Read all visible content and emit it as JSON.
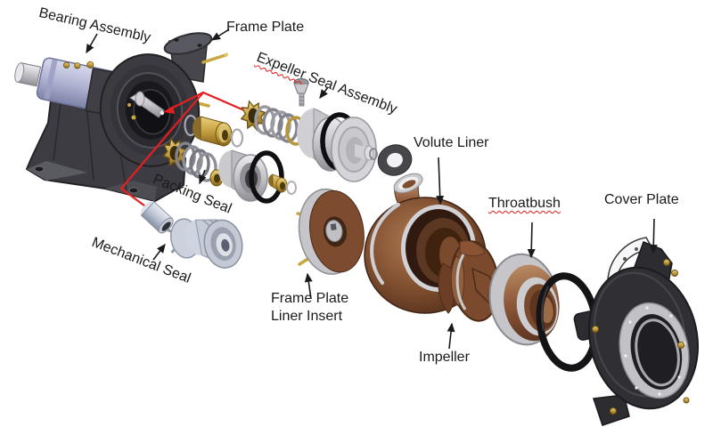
{
  "diagram": {
    "subject": "slurry-pump-exploded-view",
    "background_color": "#ffffff",
    "text_color": "#1a1a1a",
    "callout_red": "#e51e20",
    "misspell_underline_color": "#e11919",
    "labels": {
      "bearing_assembly": "Bearing Assembly",
      "frame_plate": "Frame Plate",
      "expeller_word": "Expeller",
      "expeller_rest": " Seal Assembly",
      "packing_seal": "Packing Seal",
      "mechanical_seal": "Mechanical Seal",
      "volute_liner": "Volute Liner",
      "frame_plate_liner_insert_line1": "Frame Plate",
      "frame_plate_liner_insert_line2": "Liner Insert",
      "impeller": "Impeller",
      "throatbush": "Throatbush",
      "cover_plate": "Cover Plate"
    }
  }
}
